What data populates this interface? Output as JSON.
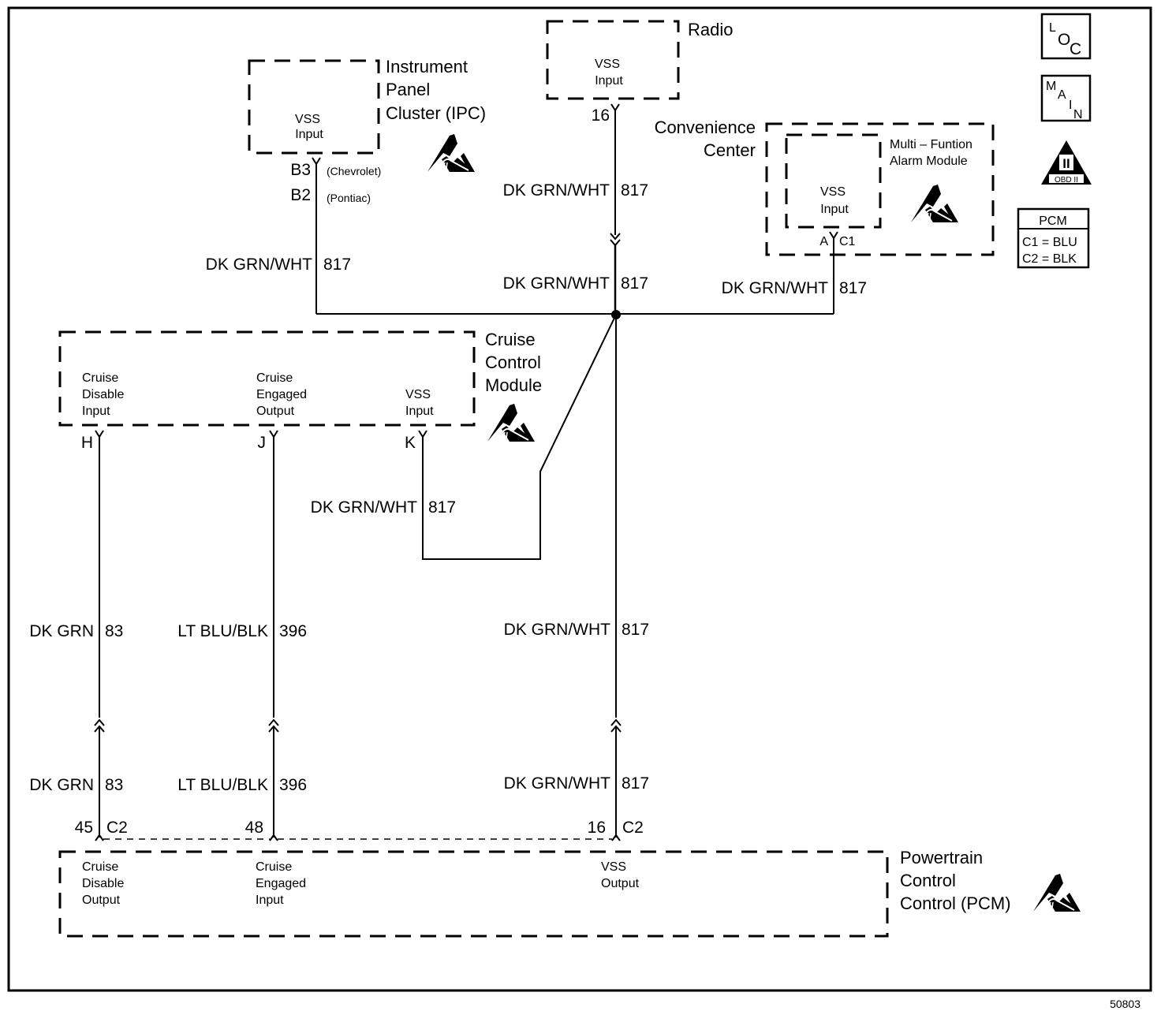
{
  "diagram": {
    "figure_id": "50803",
    "components": {
      "ipc": {
        "title_lines": [
          "Instrument",
          "Panel",
          "Cluster (IPC)"
        ],
        "pin_label_lines": [
          "VSS",
          "Input"
        ],
        "terminals": [
          {
            "pin": "B3",
            "note": "(Chevrolet)"
          },
          {
            "pin": "B2",
            "note": "(Pontiac)"
          }
        ]
      },
      "radio": {
        "title": "Radio",
        "pin_label_lines": [
          "VSS",
          "Input"
        ],
        "terminal": "16"
      },
      "convenience_center": {
        "title_lines": [
          "Convenience",
          "Center"
        ],
        "inner_title_lines": [
          "Multi – Funtion",
          "Alarm Module"
        ],
        "pin_label_lines": [
          "VSS",
          "Input"
        ],
        "terminal": "A",
        "connector": "C1"
      },
      "cruise_control_module": {
        "title_lines": [
          "Cruise",
          "Control",
          "Module"
        ],
        "pins": [
          {
            "label_lines": [
              "Cruise",
              "Disable",
              "Input"
            ],
            "terminal": "H"
          },
          {
            "label_lines": [
              "Cruise",
              "Engaged",
              "Output"
            ],
            "terminal": "J"
          },
          {
            "label_lines": [
              "VSS",
              "Input"
            ],
            "terminal": "K"
          }
        ]
      },
      "pcm": {
        "title_lines": [
          "Powertrain",
          "Control",
          "Control (PCM)"
        ],
        "pins": [
          {
            "label_lines": [
              "Cruise",
              "Disable",
              "Output"
            ],
            "terminal": "45",
            "connector": "C2"
          },
          {
            "label_lines": [
              "Cruise",
              "Engaged",
              "Input"
            ],
            "terminal": "48"
          },
          {
            "label_lines": [
              "VSS",
              "Output"
            ],
            "terminal": "16",
            "connector": "C2"
          }
        ]
      }
    },
    "wires": {
      "ipc_branch": {
        "color": "DK GRN/WHT",
        "circuit": "817"
      },
      "radio_branch": {
        "color": "DK GRN/WHT",
        "circuit": "817"
      },
      "radio_below_connector": {
        "color": "DK GRN/WHT",
        "circuit": "817"
      },
      "alarm_branch": {
        "color": "DK GRN/WHT",
        "circuit": "817"
      },
      "cruise_vss": {
        "color": "DK GRN/WHT",
        "circuit": "817"
      },
      "cruise_disable_upper": {
        "color": "DK GRN",
        "circuit": "83"
      },
      "cruise_disable_lower": {
        "color": "DK GRN",
        "circuit": "83"
      },
      "cruise_engaged_upper": {
        "color": "LT BLU/BLK",
        "circuit": "396"
      },
      "cruise_engaged_lower": {
        "color": "LT BLU/BLK",
        "circuit": "396"
      },
      "pcm_vss_upper": {
        "color": "DK GRN/WHT",
        "circuit": "817"
      },
      "pcm_vss_lower": {
        "color": "DK GRN/WHT",
        "circuit": "817"
      }
    },
    "legend": {
      "loc_icon_letters": [
        "L",
        "O",
        "C"
      ],
      "main_icon_letters": [
        "M",
        "A",
        "I",
        "N"
      ],
      "obd_icon": {
        "numeral": "II",
        "text": "OBD II"
      },
      "pcm_table": {
        "title": "PCM",
        "rows": [
          "C1 = BLU",
          "C2 = BLK"
        ]
      }
    }
  }
}
